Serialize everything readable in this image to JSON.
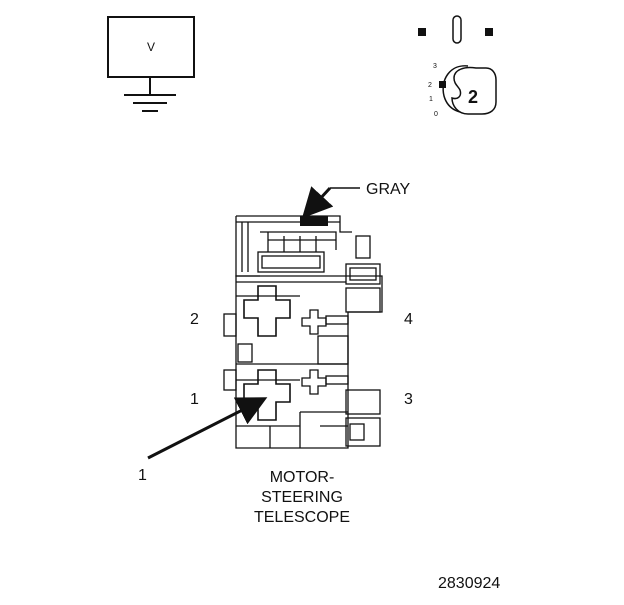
{
  "voltmeter": {
    "label": "V"
  },
  "ignition": {
    "positions": [
      "3",
      "2",
      "1",
      "0"
    ],
    "key_label": "2"
  },
  "connector": {
    "wire_color": "GRAY",
    "pins": {
      "p1": "1",
      "p2": "2",
      "p3": "3",
      "p4": "4"
    },
    "pointer_label": "1",
    "name_lines": [
      "MOTOR-",
      "STEERING",
      "TELESCOPE"
    ]
  },
  "figure_id": "2830924"
}
